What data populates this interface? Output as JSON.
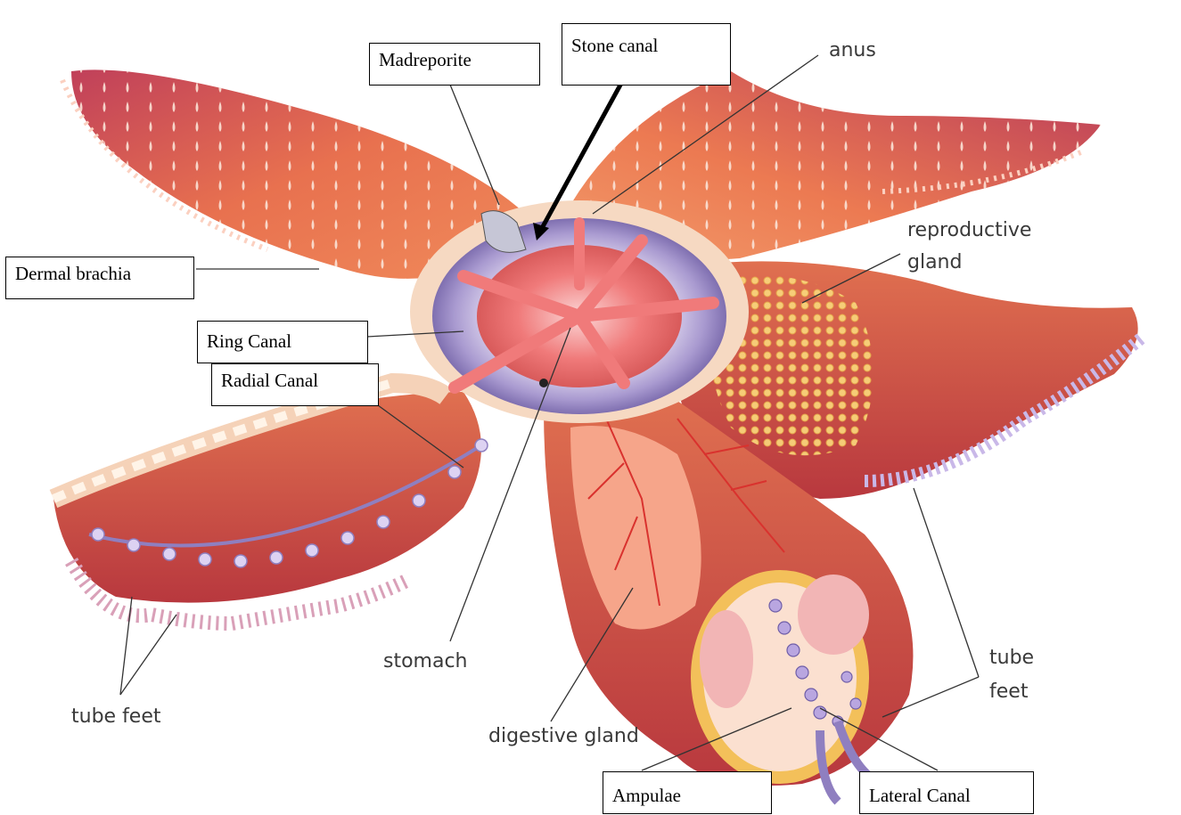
{
  "labels": {
    "madreporite": "Madreporite",
    "stone_canal": "Stone canal",
    "anus": "anus",
    "dermal_brachia": "Dermal brachia",
    "reproductive_gland_line1": "reproductive",
    "reproductive_gland_line2": "gland",
    "ring_canal": "Ring Canal",
    "radial_canal": "Radial Canal",
    "stomach": "stomach",
    "tube_feet_left": "tube feet",
    "tube_feet_right_line1": "tube",
    "tube_feet_right_line2": "feet",
    "digestive_gland": "digestive gland",
    "ampulae": "Ampulae",
    "lateral_canal": "Lateral Canal"
  },
  "colors": {
    "arm_orange": "#e8714f",
    "arm_dark": "#b8413a",
    "spine_white": "#fbe3d6",
    "ring_purple": "#a99ad0",
    "center_pink": "#f07a7a",
    "gland_yellow": "#f3c05a",
    "tube_feet_lavender": "#c9b8e8",
    "vessel_red": "#d9322e"
  }
}
